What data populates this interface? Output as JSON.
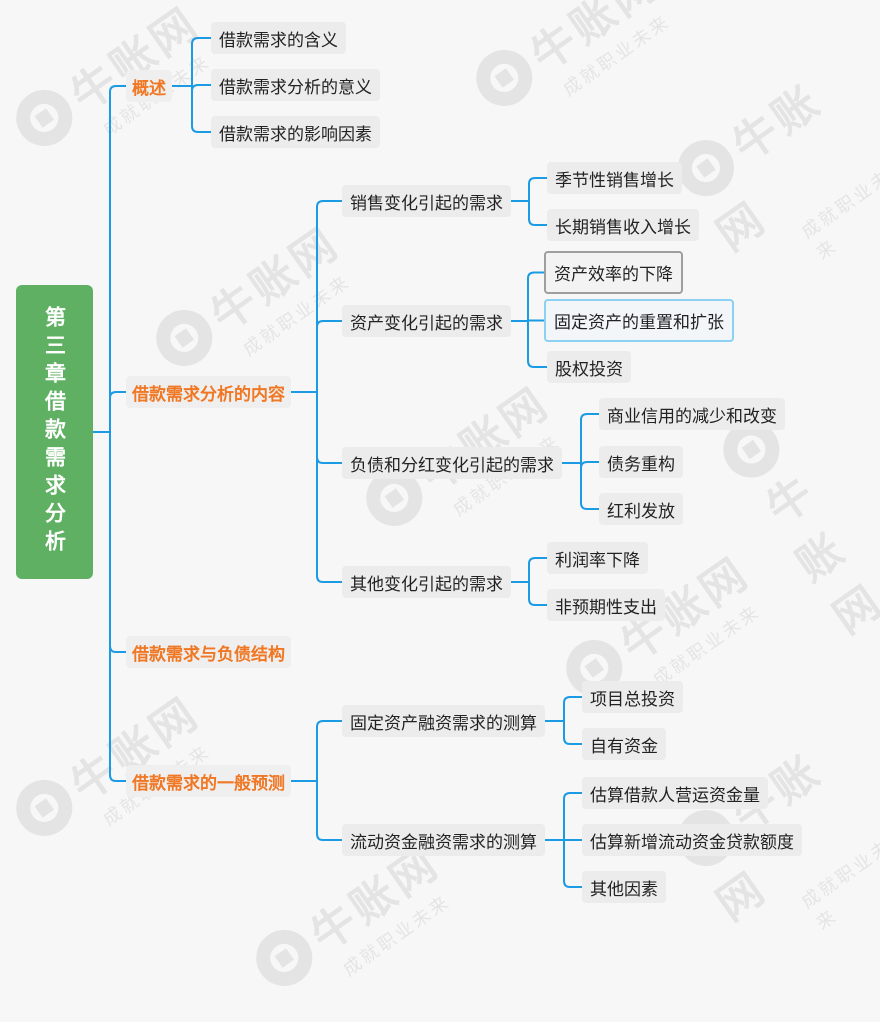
{
  "colors": {
    "background": "#f7f7f7",
    "root_fill": "#5fb063",
    "category_text": "#f07723",
    "connector": "#1c9be5",
    "node_fill": "#ececec"
  },
  "watermark": {
    "brand": "牛账网",
    "slogan": "成就职业未来"
  },
  "mindmap": {
    "root": "第三章借款需求分析",
    "categories": [
      {
        "label": "概述",
        "children": [
          {
            "label": "借款需求的含义"
          },
          {
            "label": "借款需求分析的意义"
          },
          {
            "label": "借款需求的影响因素"
          }
        ]
      },
      {
        "label": "借款需求分析的内容",
        "children": [
          {
            "label": "销售变化引起的需求",
            "children": [
              {
                "label": "季节性销售增长"
              },
              {
                "label": "长期销售收入增长"
              }
            ]
          },
          {
            "label": "资产变化引起的需求",
            "children": [
              {
                "label": "资产效率的下降"
              },
              {
                "label": "固定资产的重置和扩张"
              },
              {
                "label": "股权投资"
              }
            ]
          },
          {
            "label": "负债和分红变化引起的需求",
            "children": [
              {
                "label": "商业信用的减少和改变"
              },
              {
                "label": "债务重构"
              },
              {
                "label": "红利发放"
              }
            ]
          },
          {
            "label": "其他变化引起的需求",
            "children": [
              {
                "label": "利润率下降"
              },
              {
                "label": "非预期性支出"
              }
            ]
          }
        ]
      },
      {
        "label": "借款需求与负债结构",
        "children": []
      },
      {
        "label": "借款需求的一般预测",
        "children": [
          {
            "label": "固定资产融资需求的测算",
            "children": [
              {
                "label": "项目总投资"
              },
              {
                "label": "自有资金"
              }
            ]
          },
          {
            "label": "流动资金融资需求的测算",
            "children": [
              {
                "label": "估算借款人营运资金量"
              },
              {
                "label": "估算新增流动资金贷款额度"
              },
              {
                "label": "其他因素"
              }
            ]
          }
        ]
      }
    ]
  }
}
